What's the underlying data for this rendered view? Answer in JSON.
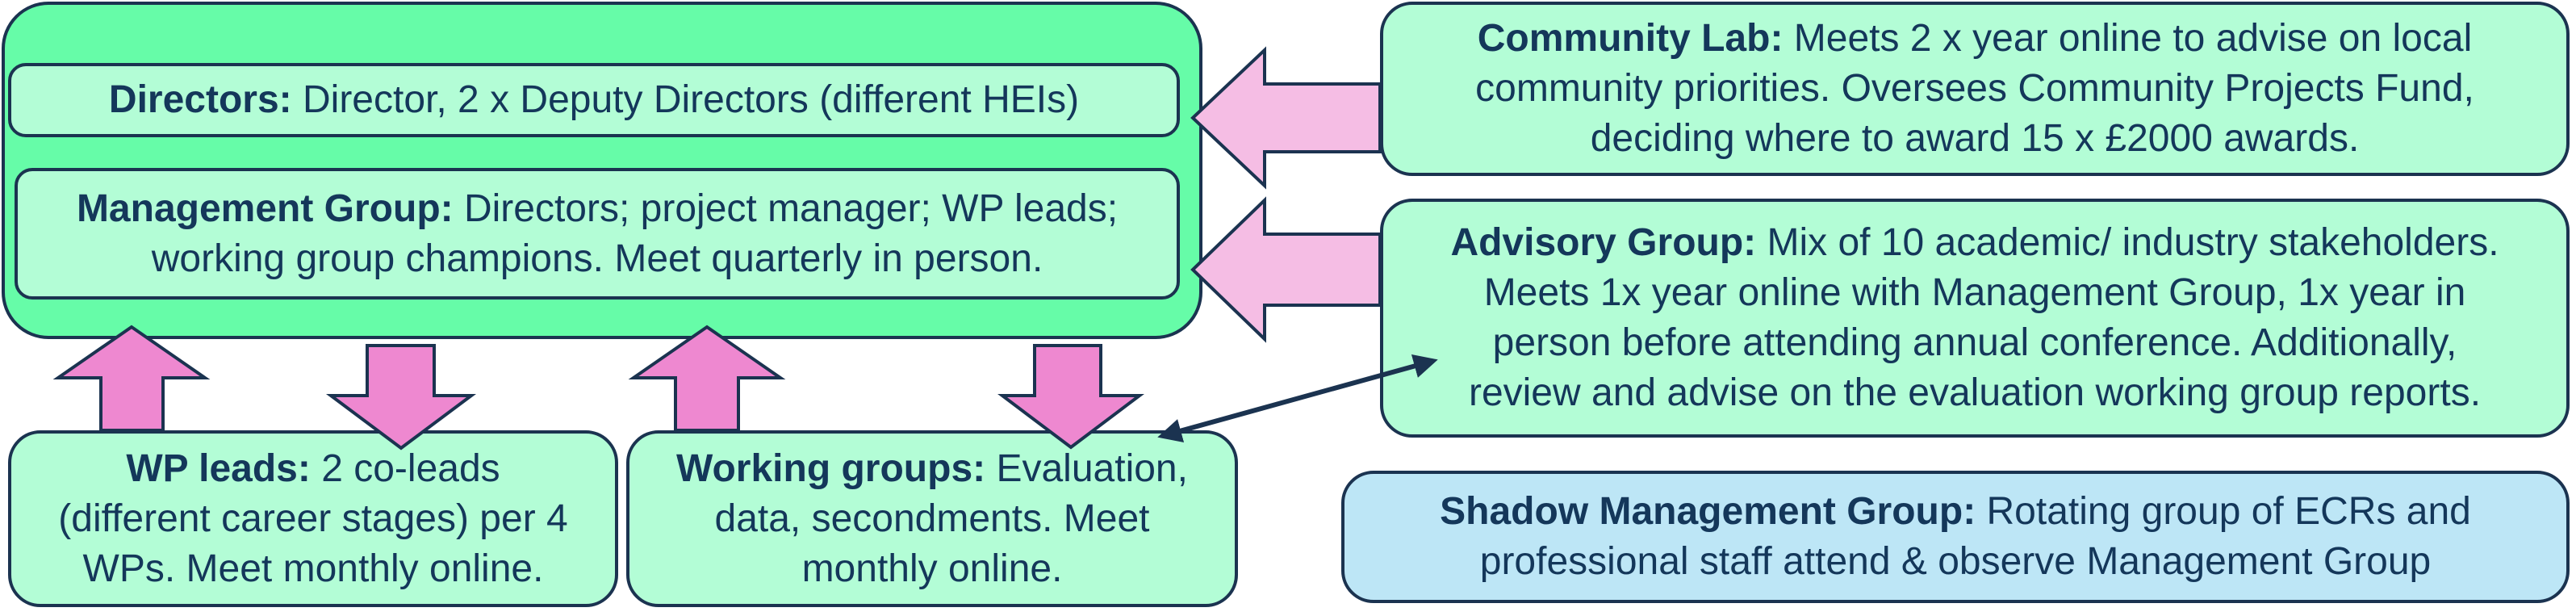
{
  "directors": {
    "title": "Directors:",
    "text": " Director, 2 x Deputy Directors (different HEIs)"
  },
  "management": {
    "title": "Management Group:",
    "text": " Directors; project manager; WP leads;",
    "text2": "working group champions. Meet quarterly in person."
  },
  "wp_leads": {
    "title": "WP leads:",
    "text": " 2 co-leads",
    "text2": "(different career stages) per 4",
    "text3": "WPs. Meet monthly online."
  },
  "working_groups": {
    "title": "Working groups:",
    "text": " Evaluation,",
    "text2": "data, secondments. Meet",
    "text3": "monthly online."
  },
  "community_lab": {
    "title": "Community Lab:",
    "text": " Meets 2 x year online to advise on local",
    "text2": "community priorities. Oversees Community Projects Fund,",
    "text3": "deciding where to award 15 x £2000 awards."
  },
  "advisory": {
    "title": "Advisory Group:",
    "text": " Mix of 10 academic/ industry stakeholders.",
    "text2": "Meets 1x year online with Management Group, 1x year in",
    "text3": "person before attending annual conference. Additionally,",
    "text4": "review and advise on the evaluation working group reports."
  },
  "shadow": {
    "title": "Shadow Management Group:",
    "text": " Rotating group of ECRs and",
    "text2": "professional staff attend & observe Management Group"
  },
  "colors": {
    "outer_green": "#66fca8",
    "box_green": "#b3fdd6",
    "box_blue": "#bde6f6",
    "arrow_pink": "#ee88d0",
    "arrow_light_pink": "#f5bde4",
    "border": "#1b3350",
    "text": "#14375a"
  }
}
